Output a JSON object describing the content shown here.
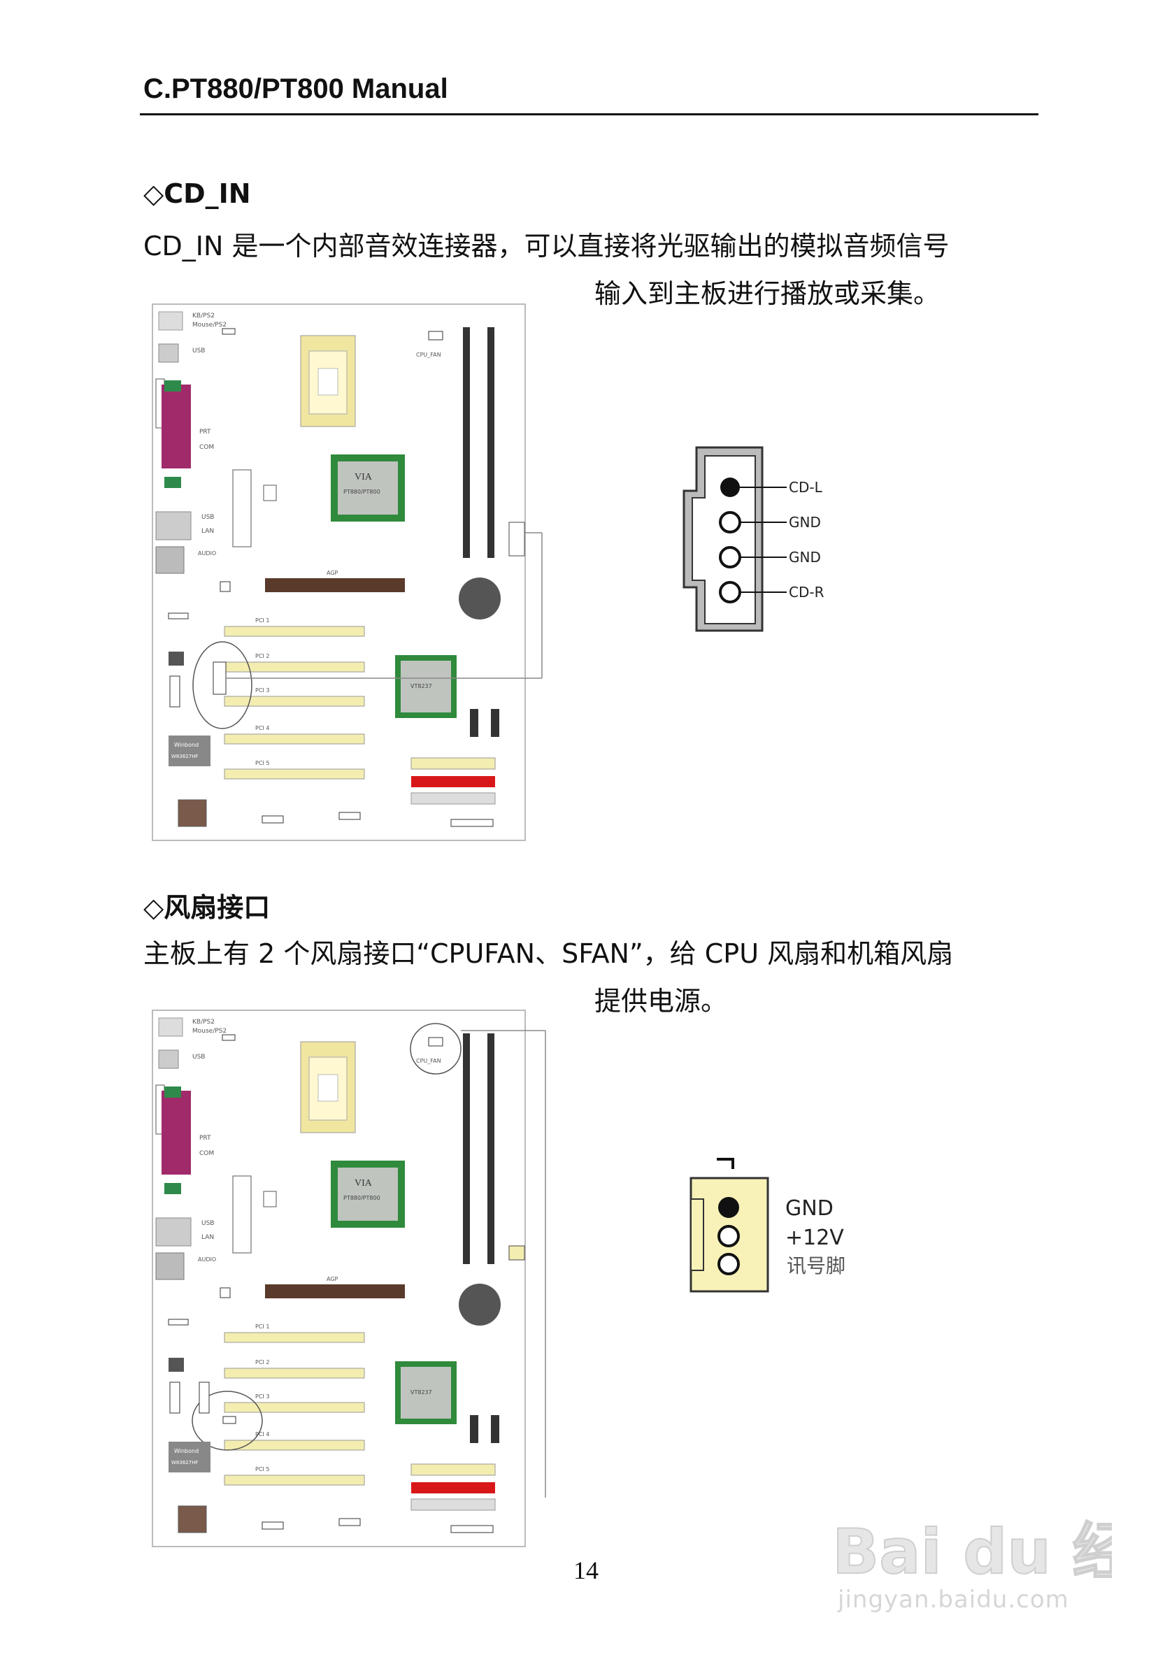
{
  "header": {
    "title": "C.PT880/PT800 Manual"
  },
  "section1": {
    "title": "◇CD_IN",
    "line1": "CD_IN 是一个内部音效连接器，可以直接将光驱输出的模拟音频信号",
    "line2": "输入到主板进行播放或采集。",
    "pins": [
      "CD-L",
      "GND",
      "GND",
      "CD-R"
    ]
  },
  "section2": {
    "title": "◇风扇接口",
    "line1": "主板上有 2 个风扇接口“CPUFAN、SFAN”，给 CPU  风扇和机箱风扇",
    "line2": "提供电源。",
    "pins": [
      "GND",
      "+12V",
      "讯号脚"
    ]
  },
  "board_labels": {
    "kb": "KB/PS2",
    "mouse": "Mouse/PS2",
    "usb": "USB",
    "prt": "PRT",
    "com": "COM",
    "lan": "LAN",
    "audio": "AUDIO",
    "cpufan": "CPU_FAN",
    "chip": "VIA",
    "chip_model": "PT880/PT800",
    "southbridge": "VT8237",
    "agp": "AGP",
    "pci": [
      "PCI 1",
      "PCI 2",
      "PCI 3",
      "PCI 4",
      "PCI 5"
    ],
    "superio": "Winbond",
    "superio_model": "W83627HF"
  },
  "page_number": "14",
  "watermark": {
    "brand": "Bai du 经验",
    "url": "jingyan.baidu.com"
  },
  "colors": {
    "pci_slot": "#f3edb0",
    "chip_green": "#2f8a3c",
    "ide_red": "#d81818",
    "com_purple": "#a02a6a"
  }
}
